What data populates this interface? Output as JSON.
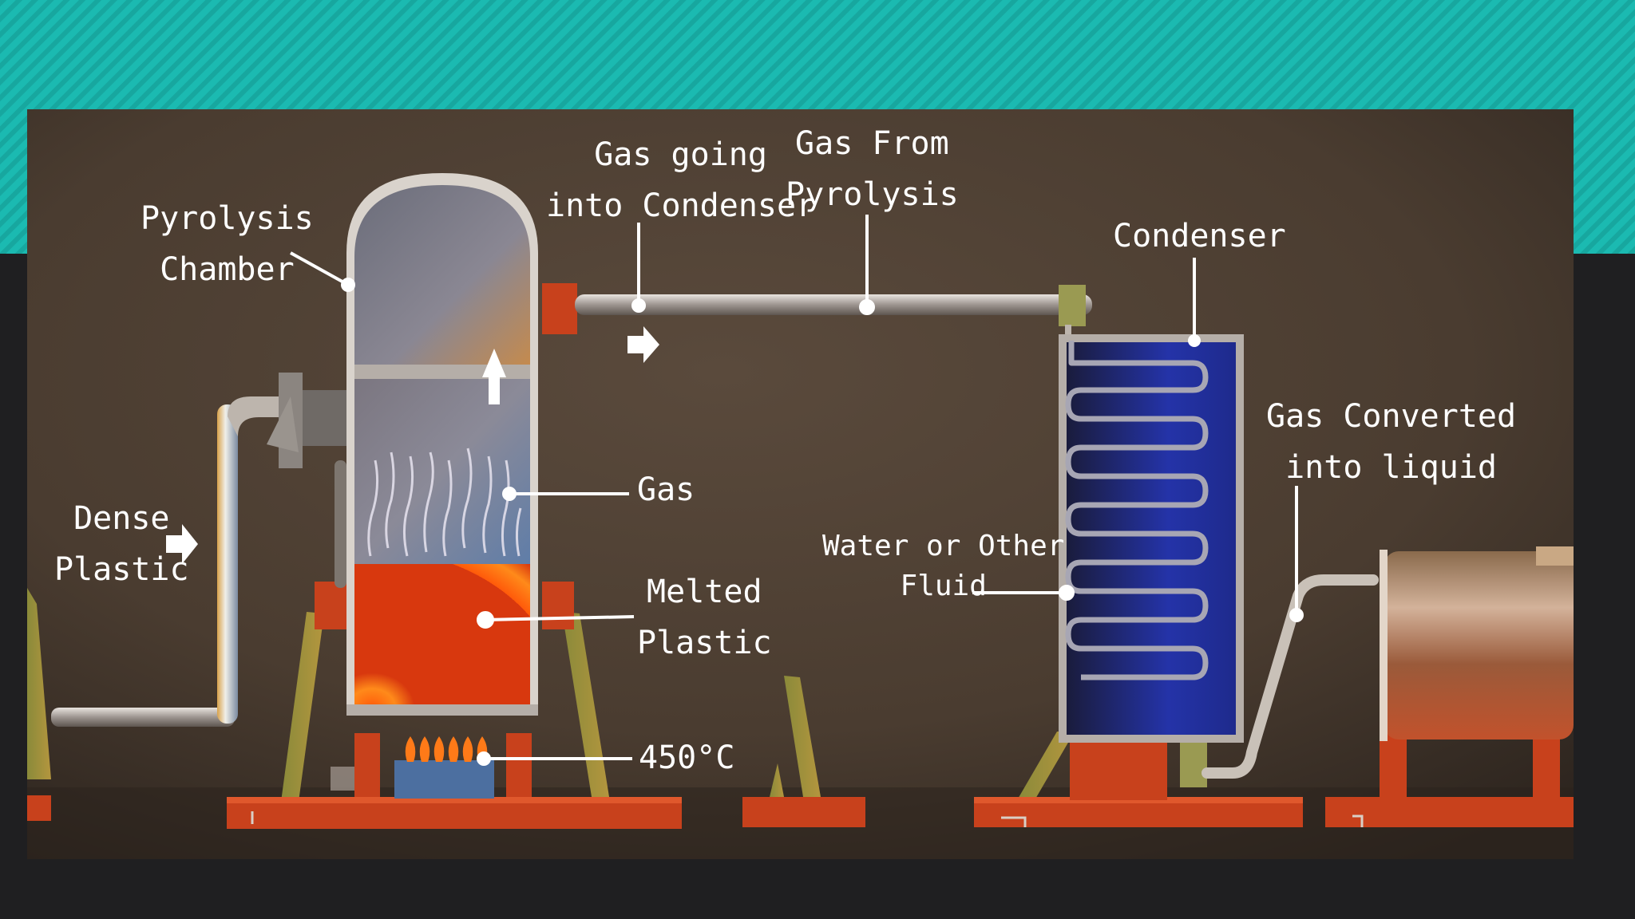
{
  "colors": {
    "teal": "#1bbab1",
    "slide_dark": "#1f1f21",
    "scene_brown": "#4a3c30",
    "frame_orange": "#c8411c",
    "fluid_blue": "#1e2a8c",
    "label_white": "#ffffff"
  },
  "labels": {
    "pyrolysis_chamber": [
      "Pyrolysis",
      "Chamber"
    ],
    "gas_into_condenser": [
      "Gas going",
      "into Condenser"
    ],
    "gas_from_pyrolysis": [
      "Gas From",
      "Pyrolysis"
    ],
    "condenser": "Condenser",
    "gas_converted": [
      "Gas Converted",
      "into liquid"
    ],
    "dense_plastic": [
      "Dense",
      "Plastic"
    ],
    "gas": "Gas",
    "melted_plastic": [
      "Melted",
      "Plastic"
    ],
    "water_fluid": [
      "Water or Other",
      "Fluid"
    ],
    "temperature": "450°C"
  },
  "icons": {
    "flow_arrow": "arrow-right",
    "rising_arrow": "arrow-up",
    "burner": "flame"
  }
}
